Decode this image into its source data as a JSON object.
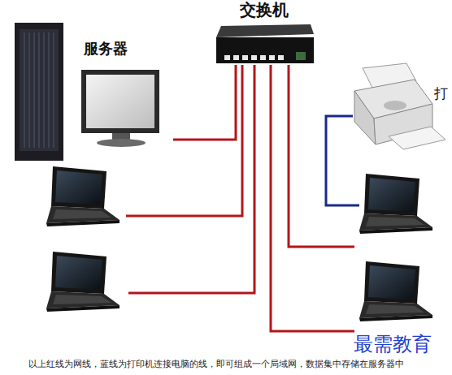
{
  "diagram": {
    "caption": "以上红线为网线，蓝线为打印机连接电脑的线，即可组成一个局域网，数据集中存储在服务器中",
    "nodes": [
      {
        "text": [
          "交换机"
        ]
      },
      {
        "text": [
          "服务器"
        ]
      },
      {
        "text": [
          "打"
        ]
      }
    ],
    "edges": [
      {
        "from": 1,
        "to": 0,
        "arrow": "none"
      }
    ],
    "labels": [
      "最需教育"
    ]
  }
}
